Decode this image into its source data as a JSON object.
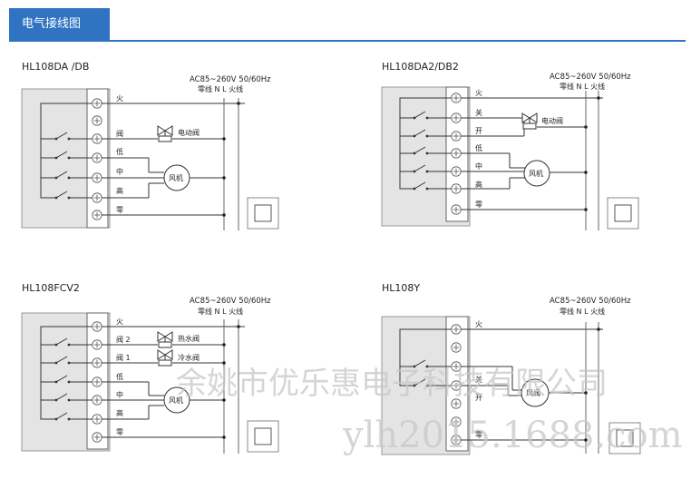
{
  "header": {
    "tab_title": "电气接线图"
  },
  "spec": {
    "voltage": "AC85~260V",
    "frequency": "50/60Hz",
    "neutral_label": "零线",
    "n": "N",
    "l": "L",
    "live_label": "火线"
  },
  "components": {
    "fan": "风机",
    "motor_valve": "电动阀",
    "hot_valve": "热水阀",
    "cold_valve": "冷水阀",
    "wind_valve": "风阀"
  },
  "terminals": {
    "fire": "火",
    "valve": "阀",
    "low": "低",
    "mid": "中",
    "high": "高",
    "zero": "零",
    "close": "关",
    "open": "开",
    "valve2": "阀 2",
    "valve1": "阀 1"
  },
  "diagrams": [
    {
      "model": "HL108DA /DB"
    },
    {
      "model": "HL108DA2/DB2"
    },
    {
      "model": "HL108FCV2"
    },
    {
      "model": "HL108Y"
    }
  ],
  "watermark": {
    "line1": "余姚市优乐惠电子科技有限公司",
    "line2": "ylh2015.1688.com"
  }
}
